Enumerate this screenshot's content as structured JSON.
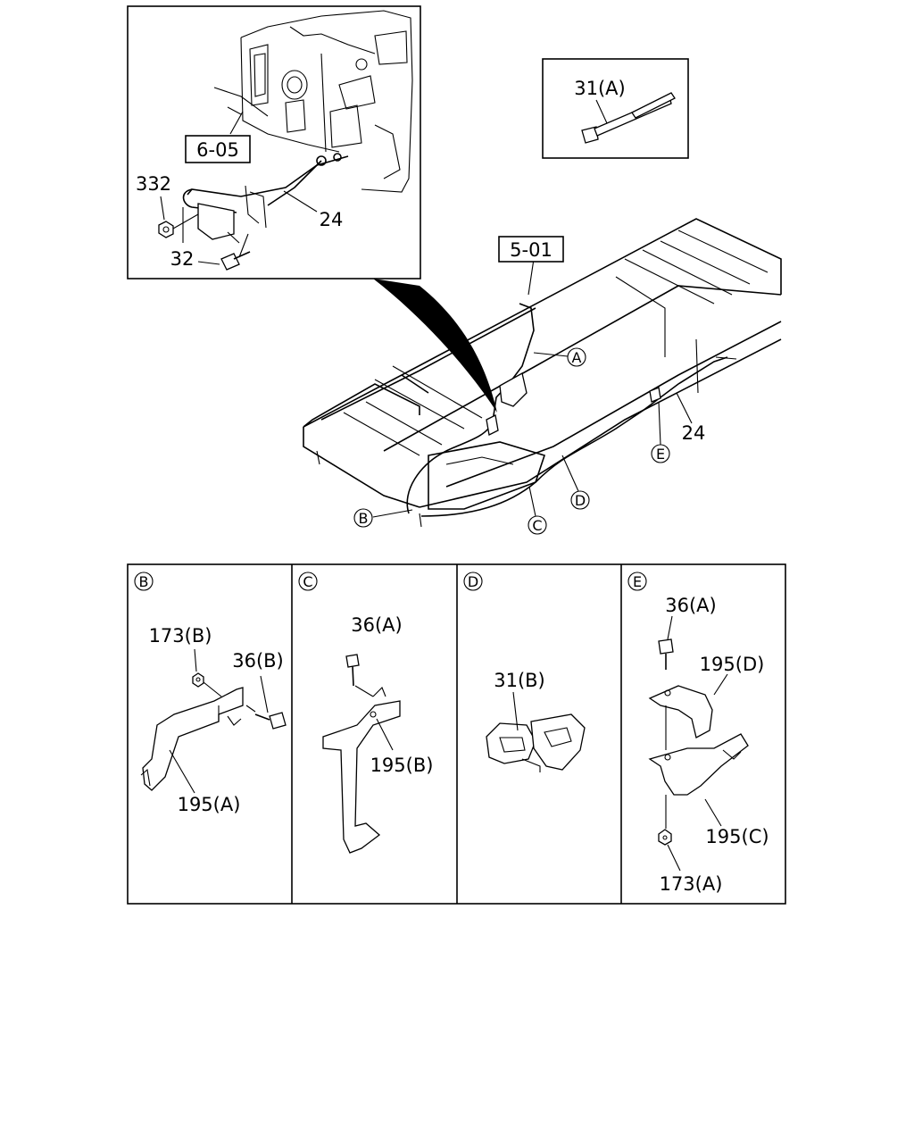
{
  "callouts": {
    "ref_6_05": "6-05",
    "ref_5_01": "5-01",
    "p332": "332",
    "p24_inset": "24",
    "p32": "32",
    "p31a": "31(A)",
    "pA": "A",
    "pB": "B",
    "pC": "C",
    "pD": "D",
    "pE": "E",
    "p24_main": "24"
  },
  "panels": [
    {
      "letter": "B",
      "labels": [
        "173(B)",
        "36(B)",
        "195(A)"
      ]
    },
    {
      "letter": "C",
      "labels": [
        "36(A)",
        "195(B)"
      ]
    },
    {
      "letter": "D",
      "labels": [
        "31(B)"
      ]
    },
    {
      "letter": "E",
      "labels": [
        "36(A)",
        "195(D)",
        "195(C)",
        "173(A)"
      ]
    }
  ]
}
